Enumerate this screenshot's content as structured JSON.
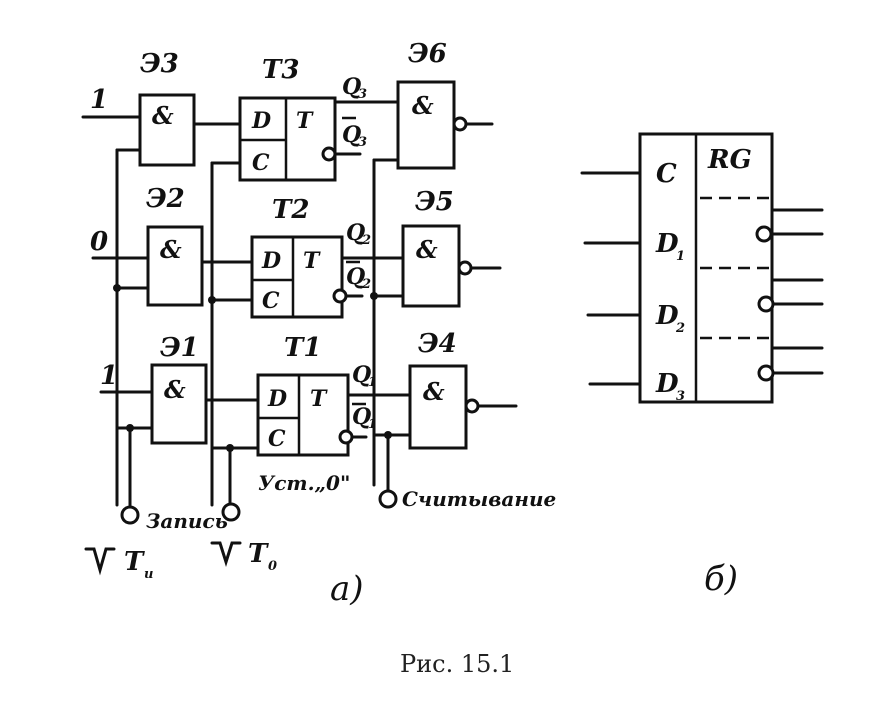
{
  "panel_a": {
    "gates": {
      "e3": "Э3",
      "e2": "Э2",
      "e1": "Э1",
      "e6": "Э6",
      "e5": "Э5",
      "e4": "Э4",
      "and_symbol": "&"
    },
    "triggers": {
      "t3": "Т3",
      "t2": "Т2",
      "t1": "Т1",
      "pin_d": "D",
      "pin_t": "T",
      "pin_c": "C"
    },
    "inputs": {
      "bit3": "1",
      "bit2": "0",
      "bit1": "1"
    },
    "outputs": {
      "q3": "Q",
      "q3_sub": "3",
      "q3n": "Q",
      "q3n_sub": "3",
      "q2": "Q",
      "q2_sub": "2",
      "q2n": "Q",
      "q2n_sub": "2",
      "q1": "Q",
      "q1_sub": "1",
      "q1n": "Q",
      "q1n_sub": "1"
    },
    "reset_label": "Уст.„0\"",
    "write_label": "Запись",
    "read_label": "Считывание",
    "pulse_ti": "T",
    "pulse_ti_sub": "и",
    "pulse_t0": "T",
    "pulse_t0_sub": "0",
    "panel_label": "а)"
  },
  "panel_b": {
    "pin_c": "C",
    "pin_d": "D",
    "d1_sub": "1",
    "d2_sub": "2",
    "d3_sub": "3",
    "register_label": "RG",
    "panel_label": "б)"
  },
  "caption": "Рис. 15.1"
}
